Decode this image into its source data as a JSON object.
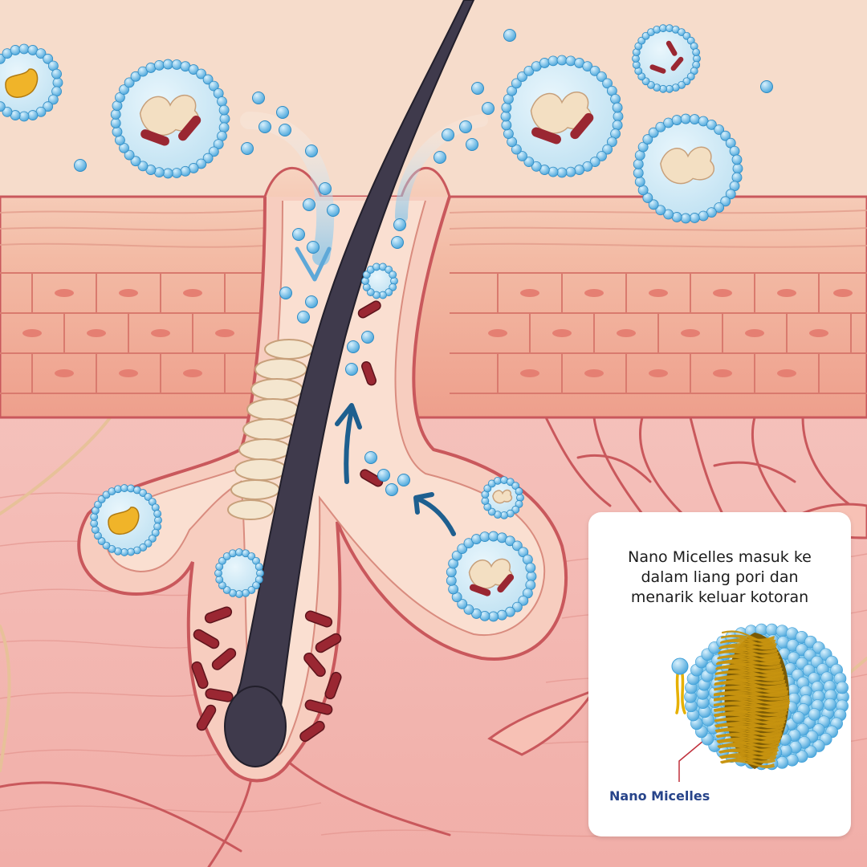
{
  "caption": {
    "line1": "Nano Micelles masuk ke",
    "line2": "dalam liang pori dan",
    "line3": "menarik keluar kotoran"
  },
  "label": "Nano Micelles",
  "colors": {
    "background": "#f6dccb",
    "skin_layer": "#f2b8a5",
    "dermis": "#f3bdb8",
    "hair": "#3f3a4c",
    "micelle_shell": "#5fb6e8",
    "micelle_core": "#d7ecf6",
    "dirt": "#f3dfc2",
    "bacteria": "#9a2732",
    "oil": "#f0b429",
    "arrow": "#1e5f8f",
    "core_tails": "#c79410",
    "label": "#27448a"
  }
}
